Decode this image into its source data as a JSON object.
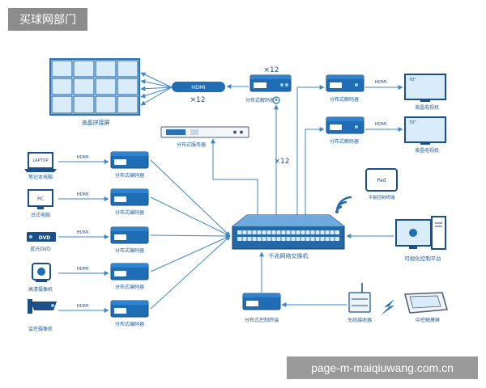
{
  "overlay_title": "买球网部门",
  "watermark": "page-m-maiqiuwang.com.cn",
  "colors": {
    "accent": "#1f6db5",
    "dark": "#1b4f8a",
    "line": "#3d86c6",
    "label": "#1e5ea0",
    "screen": "#d9ecf9"
  },
  "labels": {
    "video_wall": "液晶拼接屏",
    "hdmi": "HDMI",
    "x12": "×12",
    "decoder": "分布式解码器",
    "encoder": "分布式编码器",
    "server": "分布式服务器",
    "switch": "千兆网络交换机",
    "monitor_screen_text": "70\"",
    "lcd_tv": "液晶电视机",
    "pad_text": "Pad",
    "tablet_control": "平板控制终端",
    "visual_platform": "可视化控制平台",
    "control_terminal": "分布式控制终端",
    "wireless_receiver": "无线接收器",
    "touch_screen": "中控触摸屏"
  },
  "sources": [
    {
      "screen_text": "LAPTOP",
      "label": "笔记本电脑",
      "icon": "laptop-icon"
    },
    {
      "screen_text": "PC",
      "label": "台式电脑",
      "icon": "monitor-icon"
    },
    {
      "screen_text": "DVD",
      "label": "蓝光DVD",
      "icon": "dvd-player-icon"
    },
    {
      "screen_text": "",
      "label": "高清摄像机",
      "icon": "camcorder-icon"
    },
    {
      "screen_text": "",
      "label": "监控摄像机",
      "icon": "cctv-camera-icon"
    }
  ]
}
